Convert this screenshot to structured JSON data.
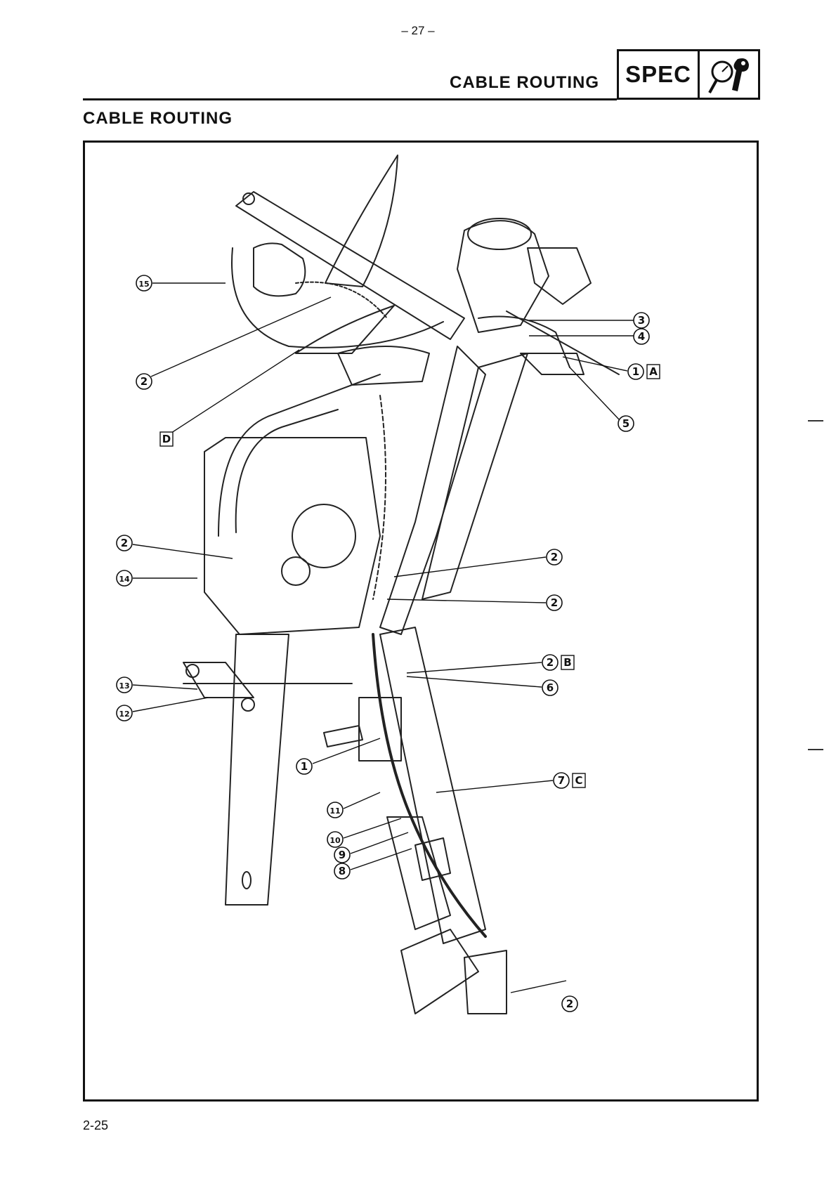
{
  "page": {
    "number": "– 27 –",
    "footer": "2-25"
  },
  "header": {
    "title": "CABLE ROUTING",
    "badge": "SPEC",
    "badge_icon": "gauge-wrench-icon"
  },
  "section": {
    "title": "CABLE ROUTING"
  },
  "figure": {
    "callouts": [
      {
        "id": "c15",
        "num": "15"
      },
      {
        "id": "c2a",
        "num": "2"
      },
      {
        "id": "cD",
        "num": "",
        "letter": "D"
      },
      {
        "id": "c3",
        "num": "3"
      },
      {
        "id": "c4",
        "num": "4"
      },
      {
        "id": "c1A",
        "num": "1",
        "letter": "A"
      },
      {
        "id": "c5",
        "num": "5"
      },
      {
        "id": "c2b",
        "num": "2"
      },
      {
        "id": "c14",
        "num": "14"
      },
      {
        "id": "c2c",
        "num": "2"
      },
      {
        "id": "c2d",
        "num": "2"
      },
      {
        "id": "c2B",
        "num": "2",
        "letter": "B"
      },
      {
        "id": "c6",
        "num": "6"
      },
      {
        "id": "c13",
        "num": "13"
      },
      {
        "id": "c12",
        "num": "12"
      },
      {
        "id": "c1b",
        "num": "1"
      },
      {
        "id": "c7C",
        "num": "7",
        "letter": "C"
      },
      {
        "id": "c11",
        "num": "11"
      },
      {
        "id": "c10",
        "num": "10"
      },
      {
        "id": "c9",
        "num": "9"
      },
      {
        "id": "c8",
        "num": "8"
      },
      {
        "id": "c2e",
        "num": "2"
      }
    ]
  }
}
